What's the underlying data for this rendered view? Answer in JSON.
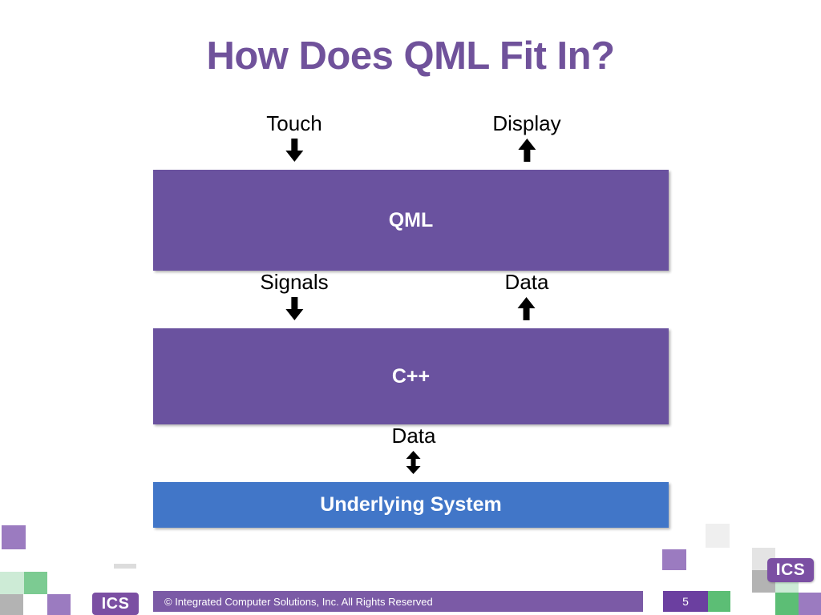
{
  "slide": {
    "title": "How Does QML Fit In?",
    "title_color": "#70529B",
    "background": "#FFFFFF"
  },
  "diagram": {
    "type": "layered-stack",
    "top_flows": [
      {
        "label": "Touch",
        "direction": "down",
        "side": "left"
      },
      {
        "label": "Display",
        "direction": "up",
        "side": "right"
      }
    ],
    "middle_flows": [
      {
        "label": "Signals",
        "direction": "down",
        "side": "left"
      },
      {
        "label": "Data",
        "direction": "up",
        "side": "right"
      }
    ],
    "bottom_flows": [
      {
        "label": "Data",
        "direction": "both",
        "side": "center"
      }
    ],
    "layers": [
      {
        "name": "QML",
        "color": "#6A529F",
        "text_color": "#FFFFFF"
      },
      {
        "name": "C++",
        "color": "#6A529F",
        "text_color": "#FFFFFF"
      },
      {
        "name": "Underlying System",
        "color": "#4176C8",
        "text_color": "#FFFFFF"
      }
    ]
  },
  "footer": {
    "copyright": "© Integrated Computer Solutions, Inc. All Rights Reserved",
    "page_number": "5",
    "bar_color": "#7B5AA6",
    "page_block_color": "#6B3FA0",
    "accent_green": "#5CBE75"
  },
  "branding": {
    "logo_text": "ICS",
    "logo_color": "#7B4FA3"
  }
}
